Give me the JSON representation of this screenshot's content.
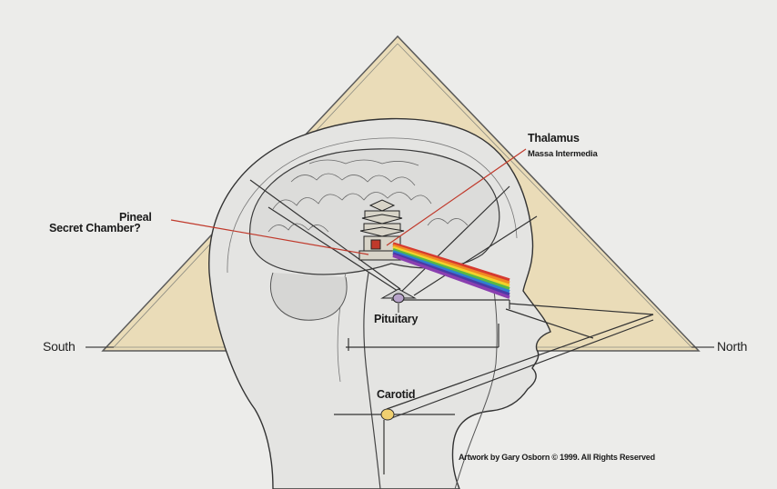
{
  "labels": {
    "thalamus": "Thalamus",
    "massa_intermedia": "Massa Intermedia",
    "pineal": "Pineal",
    "secret_chamber": "Secret Chamber?",
    "pituitary": "Pituitary",
    "south": "South",
    "north": "North",
    "carotid": "Carotid",
    "credit": "Artwork by Gary Osborn © 1999. All Rights Reserved"
  },
  "colors": {
    "background": "#ececea",
    "pyramid_fill": "#eadcb8",
    "line": "#3a3a3a",
    "pointer_red": "#c0392b"
  },
  "spectrum_colors": [
    "#d63a2f",
    "#f08a24",
    "#f2d22a",
    "#58b845",
    "#2f7fd0",
    "#4a3aa8",
    "#8a3fb0"
  ]
}
